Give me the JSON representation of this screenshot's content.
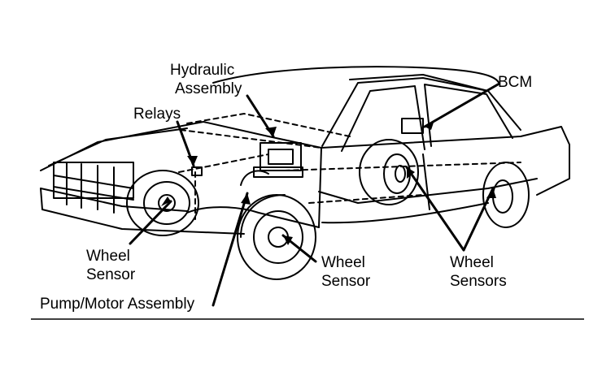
{
  "labels": {
    "hydraulic_line1": "Hydraulic",
    "hydraulic_line2": "Assembly",
    "relays": "Relays",
    "bcm": "BCM",
    "front_sensor_line1": "Wheel",
    "front_sensor_line2": "Sensor",
    "mid_sensor_line1": "Wheel",
    "mid_sensor_line2": "Sensor",
    "rear_sensors_line1": "Wheel",
    "rear_sensors_line2": "Sensors",
    "pump_motor": "Pump/Motor Assembly"
  },
  "colors": {
    "ink": "#000000",
    "paper": "#ffffff"
  }
}
